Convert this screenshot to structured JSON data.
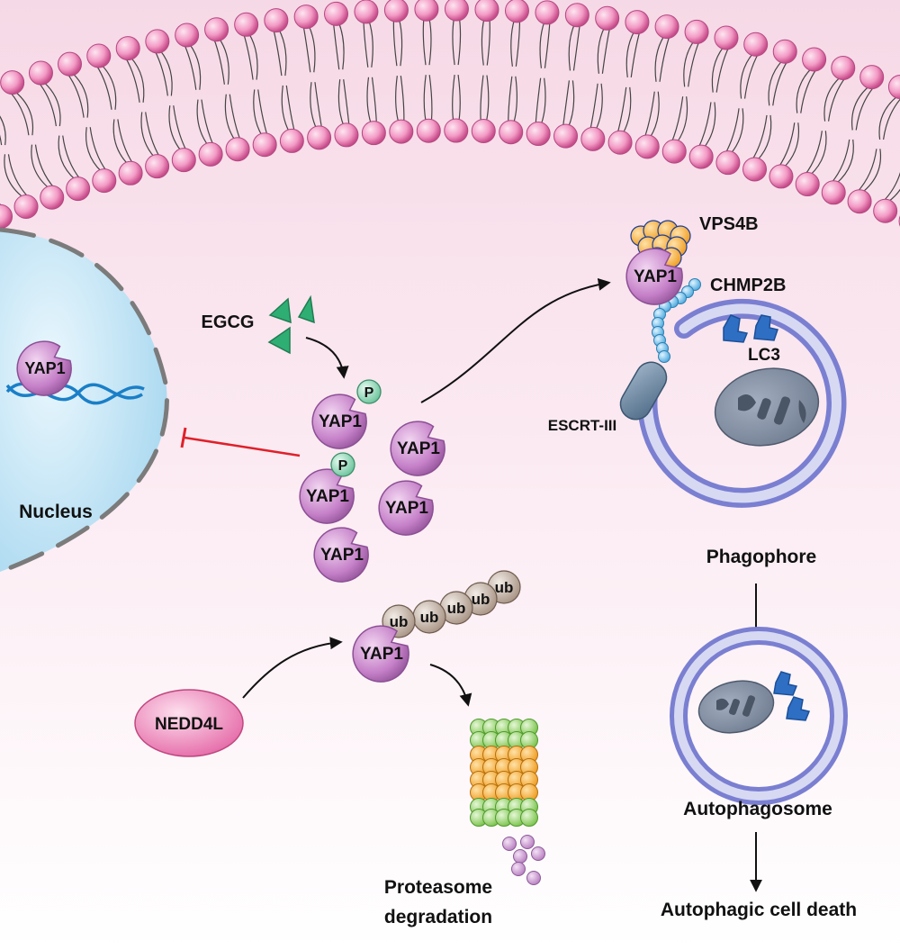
{
  "labels": {
    "egcg": "EGCG",
    "nucleus": "Nucleus",
    "yap1": "YAP1",
    "phospho": "P",
    "ubiquitin": "ub",
    "nedd4l": "NEDD4L",
    "vps4b": "VPS4B",
    "chmp2b": "CHMP2B",
    "lc3": "LC3",
    "escrt": "ESCRT-III",
    "phagophore": "Phagophore",
    "autophagosome": "Autophagosome",
    "autophagic_death": "Autophagic cell death",
    "proteasome_line1": "Proteasome",
    "proteasome_line2": "degradation"
  },
  "colors": {
    "membrane_head": "#f08cbd",
    "yap1_fill": "#c57fc7",
    "phospho_fill": "#8fd3b4",
    "egcg_fill": "#2fae74",
    "ubiquitin_fill": "#b8a79a",
    "nedd4l_fill": "#f08cc0",
    "vps4b_fill": "#f5a83a",
    "chmp2b_fill": "#63b8e6",
    "lc3_fill": "#2e6fc4",
    "vesicle_stroke": "#7a7fd1",
    "nucleus_fill": "#bfe3f5",
    "proteasome_green": "#96d26b",
    "proteasome_orange": "#f5aa30",
    "inhibit_line": "#e0202a"
  }
}
